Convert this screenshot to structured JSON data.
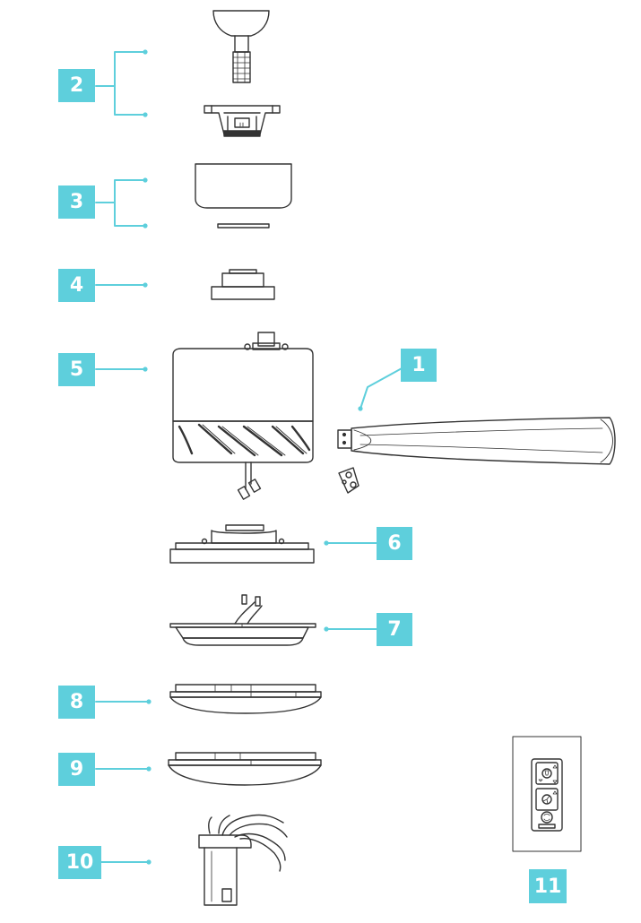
{
  "accent_color": "#5ecfdc",
  "line_color": "#333333",
  "parts": [
    {
      "id": "1",
      "label": "1",
      "name": "fan blade with bracket"
    },
    {
      "id": "2",
      "label": "2",
      "name": "downrod and mounting bracket"
    },
    {
      "id": "3",
      "label": "3",
      "name": "canopy and canopy ring"
    },
    {
      "id": "4",
      "label": "4",
      "name": "coupling cover"
    },
    {
      "id": "5",
      "label": "5",
      "name": "motor housing"
    },
    {
      "id": "6",
      "label": "6",
      "name": "switch housing plate"
    },
    {
      "id": "7",
      "label": "7",
      "name": "light kit plate"
    },
    {
      "id": "8",
      "label": "8",
      "name": "glass shade"
    },
    {
      "id": "9",
      "label": "9",
      "name": "glass shade"
    },
    {
      "id": "10",
      "label": "10",
      "name": "receiver"
    },
    {
      "id": "11",
      "label": "11",
      "name": "wall control"
    }
  ]
}
